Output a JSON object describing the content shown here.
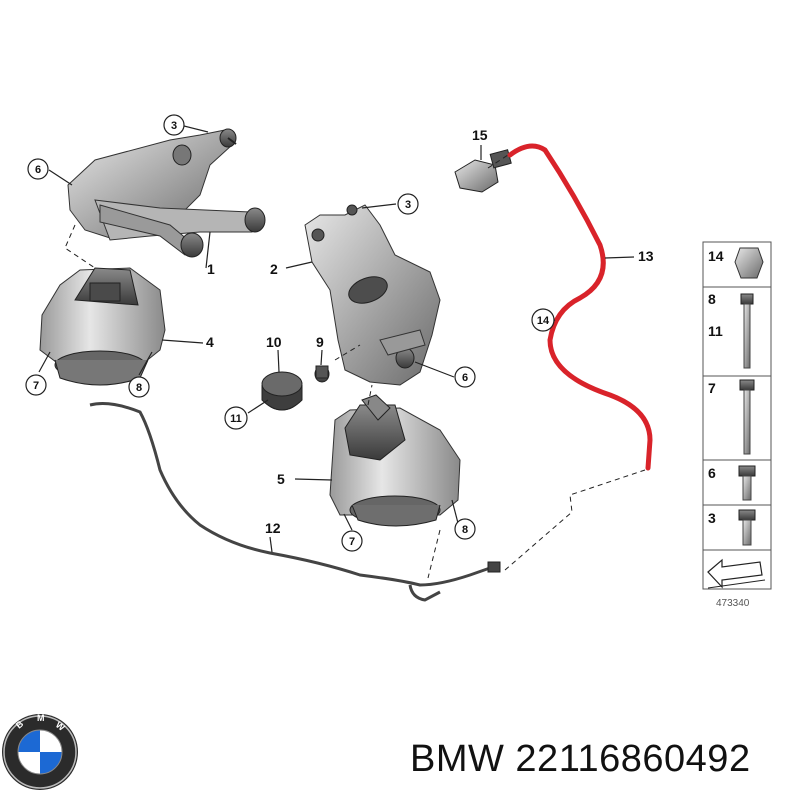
{
  "caption": {
    "brand": "BMW",
    "part_number": "22116860492",
    "text": "BMW 22116860492"
  },
  "diagram": {
    "reference_number": "473340",
    "labels": {
      "l1": "1",
      "l2": "2",
      "l3a": "3",
      "l3b": "3",
      "l4": "4",
      "l5": "5",
      "l6a": "6",
      "l6b": "6",
      "l7a": "7",
      "l7b": "7",
      "l8a": "8",
      "l8b": "8",
      "l9": "9",
      "l10": "10",
      "l11": "11",
      "l12": "12",
      "l13": "13",
      "l14": "14",
      "l15": "15"
    },
    "legend": [
      "14",
      "8",
      "11",
      "7",
      "6",
      "3"
    ]
  },
  "colors": {
    "hose": "#d9232a",
    "line": "#222222",
    "part_dark": "#5d5d5d",
    "part_light": "#c8c8c8"
  },
  "icons": [
    "bmw-logo-icon",
    "arrow-icon"
  ]
}
